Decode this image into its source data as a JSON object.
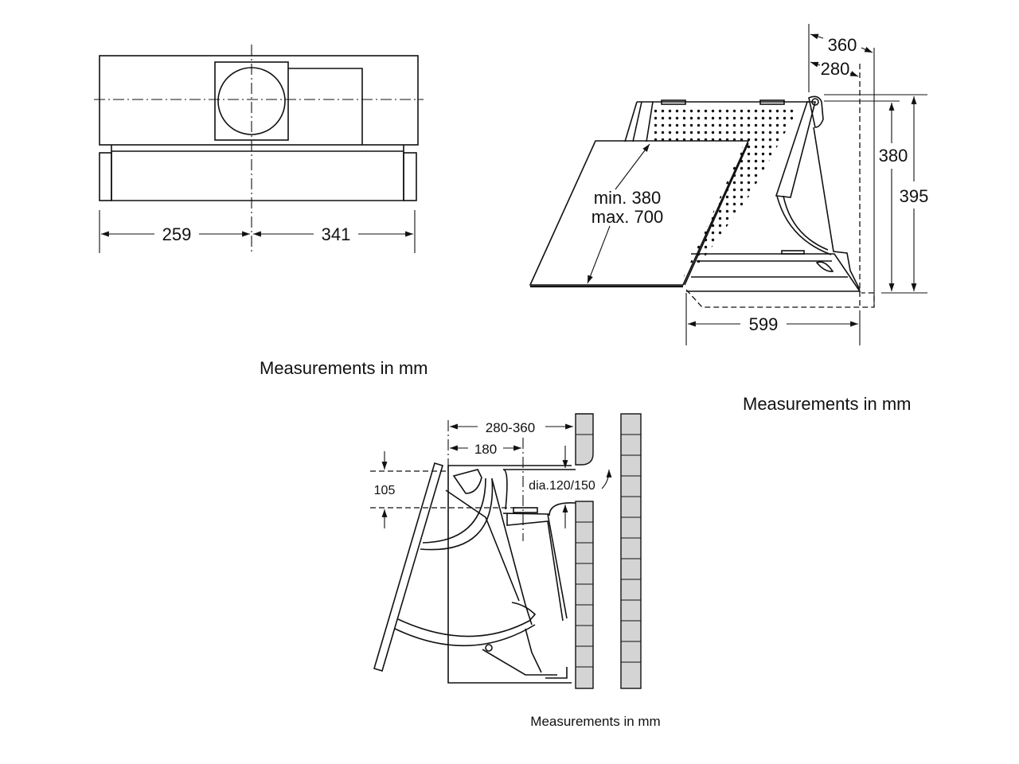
{
  "top_view": {
    "dim_left": "259",
    "dim_right": "341",
    "caption": "Measurements in mm"
  },
  "side_view": {
    "panel_line1": "min. 380",
    "panel_line2": "max. 700",
    "dim_360": "360",
    "dim_280": "280",
    "dim_380": "380",
    "dim_395": "395",
    "dim_599": "599",
    "caption": "Measurements in mm"
  },
  "install_view": {
    "dim_range": "280-360",
    "dim_180": "180",
    "dim_105": "105",
    "duct_label": "dia.120/150",
    "caption": "Measurements in mm"
  },
  "colors": {
    "line": "#111111",
    "brick": "#d4d4d4"
  }
}
